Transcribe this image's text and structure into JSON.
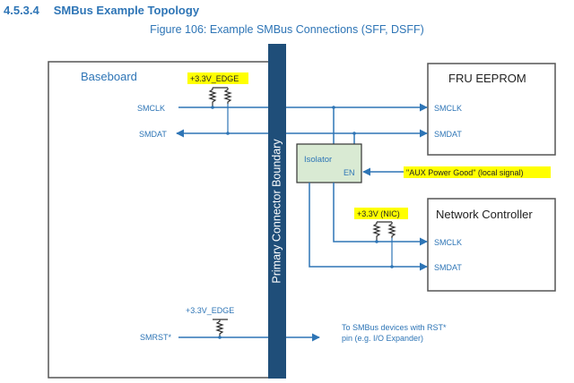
{
  "section": {
    "number": "4.5.3.4",
    "title": "SMBus Example Topology"
  },
  "figure_caption": "Figure 106: Example SMBus Connections (SFF, DSFF)",
  "baseboard": {
    "title": "Baseboard",
    "smclk": "SMCLK",
    "smdat": "SMDAT",
    "smrst": "SMRST*",
    "pullup_top": "+3.3V_EDGE",
    "pullup_bottom": "+3.3V_EDGE"
  },
  "boundary": {
    "label": "Primary Connector Boundary"
  },
  "fru": {
    "title": "FRU EEPROM",
    "smclk": "SMCLK",
    "smdat": "SMDAT"
  },
  "isolator": {
    "title": "Isolator",
    "en": "EN"
  },
  "aux_signal": "\"AUX Power Good\" (local signal)",
  "network": {
    "title": "Network Controller",
    "smclk": "SMCLK",
    "smdat": "SMDAT",
    "pullup": "+3.3V (NIC)"
  },
  "rst_target": {
    "line1": "To SMBus devices with RST*",
    "line2": "pin (e.g. I/O Expander)"
  },
  "colors": {
    "wire": "#2e75b6",
    "boundary": "#1f4e79",
    "isolator_fill": "#d9ead3",
    "highlight": "#ffff00",
    "resistor": "#333333"
  }
}
